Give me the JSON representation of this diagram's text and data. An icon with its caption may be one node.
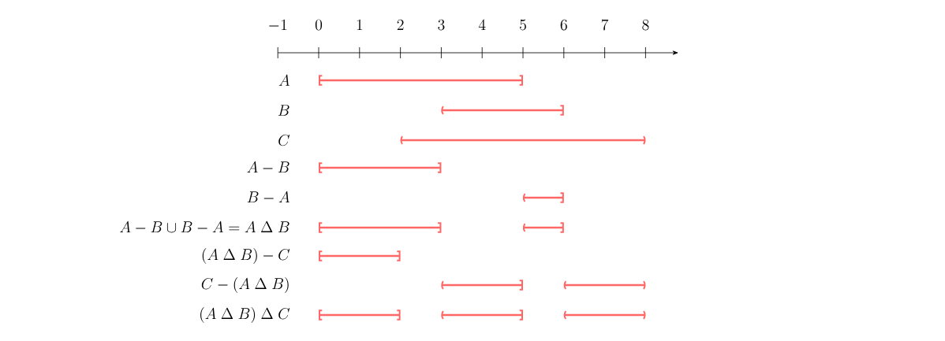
{
  "diagram": {
    "labels": [
      "-1",
      "0",
      "1",
      "2",
      "3",
      "4",
      "5",
      "6",
      "7",
      "8",
      "A",
      "B",
      "C",
      "A-B",
      "B-A",
      "A-B\\cup B-A=A\\ \\Delta\\ B",
      "(A\\ \\Delta\\ B)-C",
      "C-(A\\ \\Delta\\ B)",
      "(A\\ \\Delta\\ B)\\ \\Delta\\ C"
    ]
  }
}
